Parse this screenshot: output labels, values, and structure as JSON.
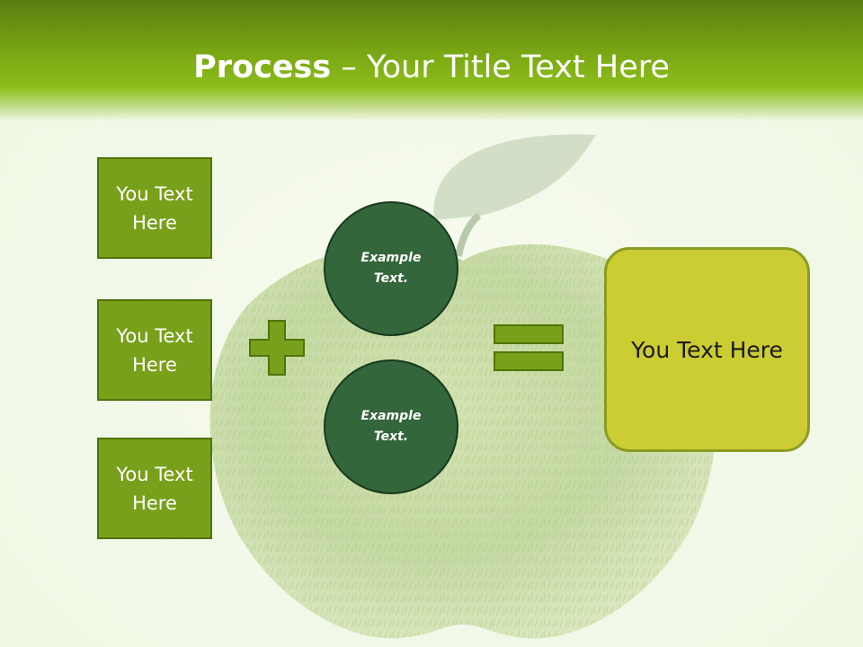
{
  "title": {
    "bold": "Process",
    "dash": " – ",
    "rest": "Your Title Text Here"
  },
  "left_boxes": [
    {
      "line1": "You Text",
      "line2": "Here"
    },
    {
      "line1": "You Text",
      "line2": "Here"
    },
    {
      "line1": "You Text",
      "line2": "Here"
    }
  ],
  "circles": [
    {
      "line1": "Example",
      "line2": "Text."
    },
    {
      "line1": "Example",
      "line2": "Text."
    }
  ],
  "result": {
    "label": "You Text Here"
  },
  "colors": {
    "header_green": "#7aa814",
    "box_green": "#78a01a",
    "circle_green": "#33663a",
    "result_yellow": "#cccc33",
    "operator_green": "#78a01a"
  },
  "icons": {
    "operator_1": "plus-icon",
    "operator_2": "equals-icon",
    "background": "grass-apple-image"
  }
}
